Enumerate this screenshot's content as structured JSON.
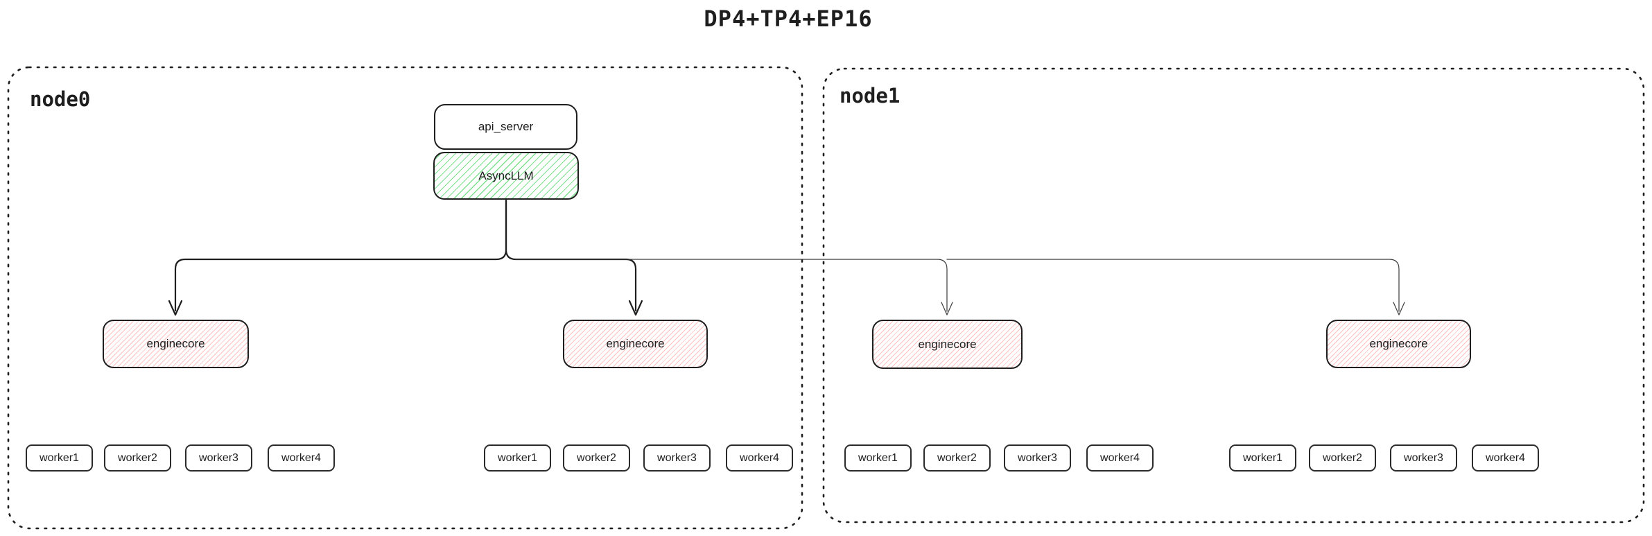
{
  "title": "DP4+TP4+EP16",
  "colors": {
    "stroke": "#1e1e1e",
    "green_hatch": "#69db7c",
    "red_hatch": "#ff8c8c",
    "background": "#ffffff"
  },
  "containers": {
    "node0": {
      "label": "node0"
    },
    "node1": {
      "label": "node1"
    }
  },
  "boxes": {
    "api_server": {
      "label": "api_server"
    },
    "async_llm": {
      "label": "AsyncLLM"
    },
    "enginecores": [
      {
        "label": "enginecore"
      },
      {
        "label": "enginecore"
      },
      {
        "label": "enginecore"
      },
      {
        "label": "enginecore"
      }
    ]
  },
  "worker_groups": [
    {
      "items": [
        "worker1",
        "worker2",
        "worker3",
        "worker4"
      ]
    },
    {
      "items": [
        "worker1",
        "worker2",
        "worker3",
        "worker4"
      ]
    },
    {
      "items": [
        "worker1",
        "worker2",
        "worker3",
        "worker4"
      ]
    },
    {
      "items": [
        "worker1",
        "worker2",
        "worker3",
        "worker4"
      ]
    }
  ],
  "icons": {
    "arrow_down": "arrowhead-down"
  }
}
